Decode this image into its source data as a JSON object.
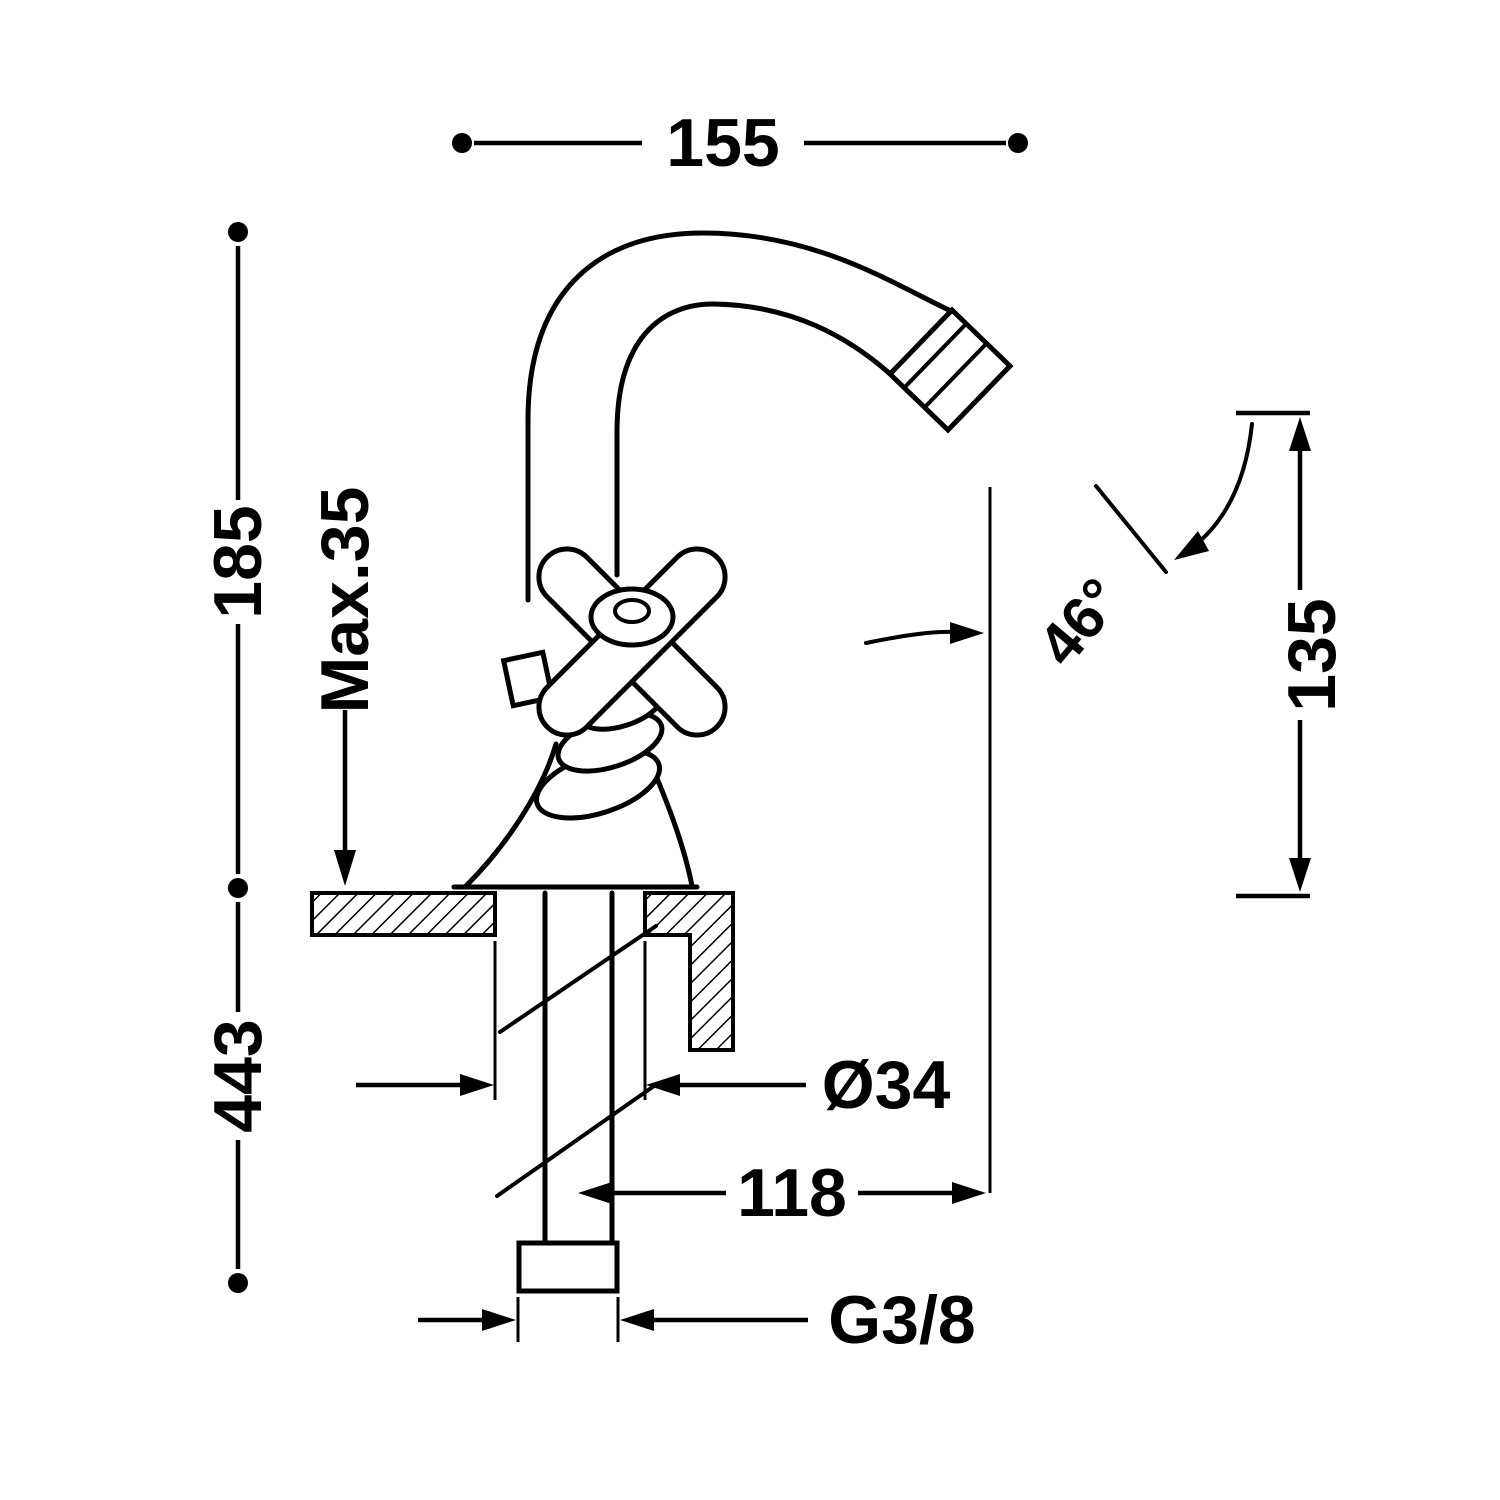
{
  "drawing": {
    "type": "technical-dimension-drawing",
    "subject": "single-hole bidet faucet with cross handle, side elevation",
    "colors": {
      "line": "#000000",
      "background": "#ffffff"
    },
    "dimensions": {
      "overall_width": "155",
      "height_above_deck": "185",
      "max_deck_thickness": "Max.35",
      "total_height": "443",
      "hole_diameter": "Ø34",
      "spout_reach": "118",
      "inlet_thread": "G3/8",
      "spout_angle": "46°",
      "outlet_height": "135"
    }
  }
}
